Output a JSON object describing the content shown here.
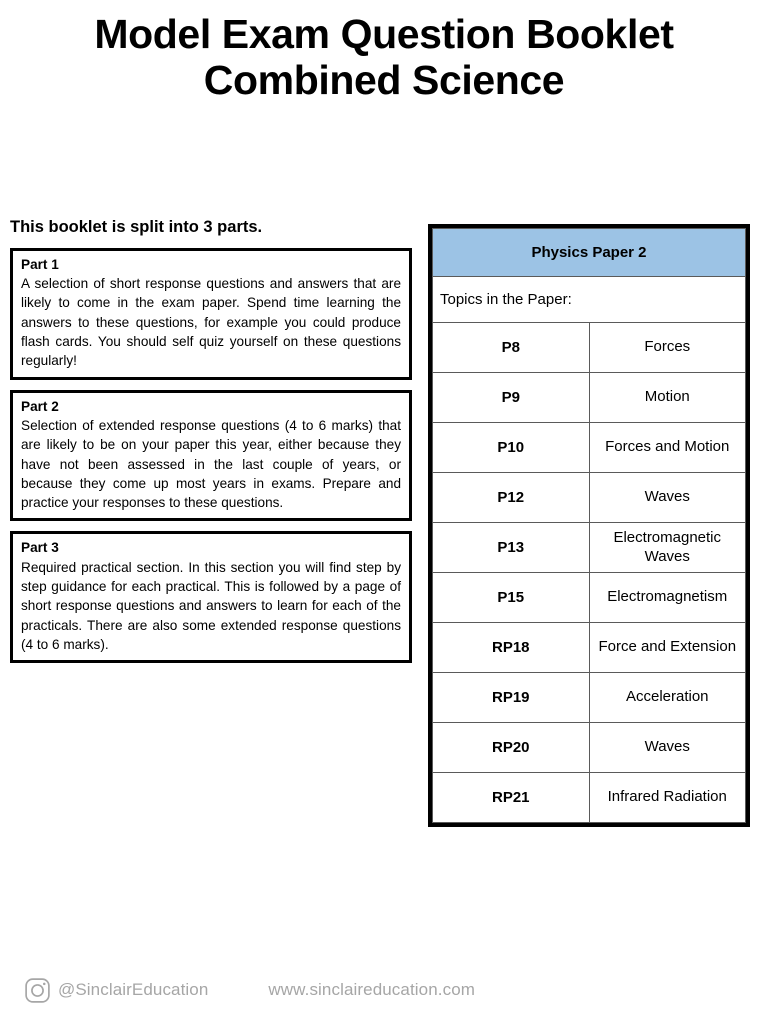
{
  "title": {
    "line1": "Model Exam Question Booklet",
    "line2": "Combined Science"
  },
  "left_column": {
    "intro_heading": "This booklet is split into 3 parts.",
    "parts": [
      {
        "label": "Part 1",
        "text": "A selection of short response questions and answers that are likely to come in the exam paper.  Spend time learning the answers to these questions, for example you could produce flash cards.  You should self quiz yourself on these questions regularly!"
      },
      {
        "label": "Part 2",
        "text": "Selection of extended response questions (4 to 6 marks) that are likely to be on your paper this year, either because they have not been assessed in the last couple of years, or because they come up most years in exams. Prepare and practice your responses to these questions."
      },
      {
        "label": "Part 3",
        "text": "Required practical section. In this section you will find step by step guidance for each practical. This is followed by a page of short response questions and answers to learn for each of the practicals. There are also some extended response questions (4 to 6 marks)."
      }
    ]
  },
  "paper_table": {
    "header": "Physics Paper 2",
    "header_color": "#9CC3E5",
    "subheader": "Topics in the Paper:",
    "rows": [
      {
        "code": "P8",
        "topic": "Forces"
      },
      {
        "code": "P9",
        "topic": "Motion"
      },
      {
        "code": "P10",
        "topic": "Forces and Motion"
      },
      {
        "code": "P12",
        "topic": "Waves"
      },
      {
        "code": "P13",
        "topic": "Electromagnetic Waves"
      },
      {
        "code": "P15",
        "topic": "Electromagnetism"
      },
      {
        "code": "RP18",
        "topic": "Force and Extension"
      },
      {
        "code": "RP19",
        "topic": "Acceleration"
      },
      {
        "code": "RP20",
        "topic": "Waves"
      },
      {
        "code": "RP21",
        "topic": "Infrared Radiation"
      }
    ]
  },
  "footer": {
    "instagram_icon": "instagram-icon",
    "handle": "@SinclairEducation",
    "website": "www.sinclaireducation.com",
    "text_color": "#A6A6A6"
  }
}
